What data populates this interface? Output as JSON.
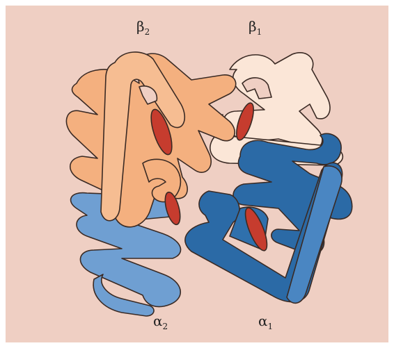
{
  "subunits": {
    "beta2": {
      "symbol": "β",
      "index": "2"
    },
    "beta1": {
      "symbol": "β",
      "index": "1"
    },
    "alpha2": {
      "symbol": "α",
      "index": "2"
    },
    "alpha1": {
      "symbol": "α",
      "index": "1"
    }
  },
  "colors": {
    "background": "#efcfc3",
    "beta2": "#f4b07f",
    "beta1": "#fbe6d7",
    "alpha2": "#6f9fd2",
    "alpha1": "#2b6aa6",
    "heme": "#c63c2e",
    "outline": "#3a2a24"
  },
  "icons": {
    "heme_groups": "heme-disc-icon"
  }
}
